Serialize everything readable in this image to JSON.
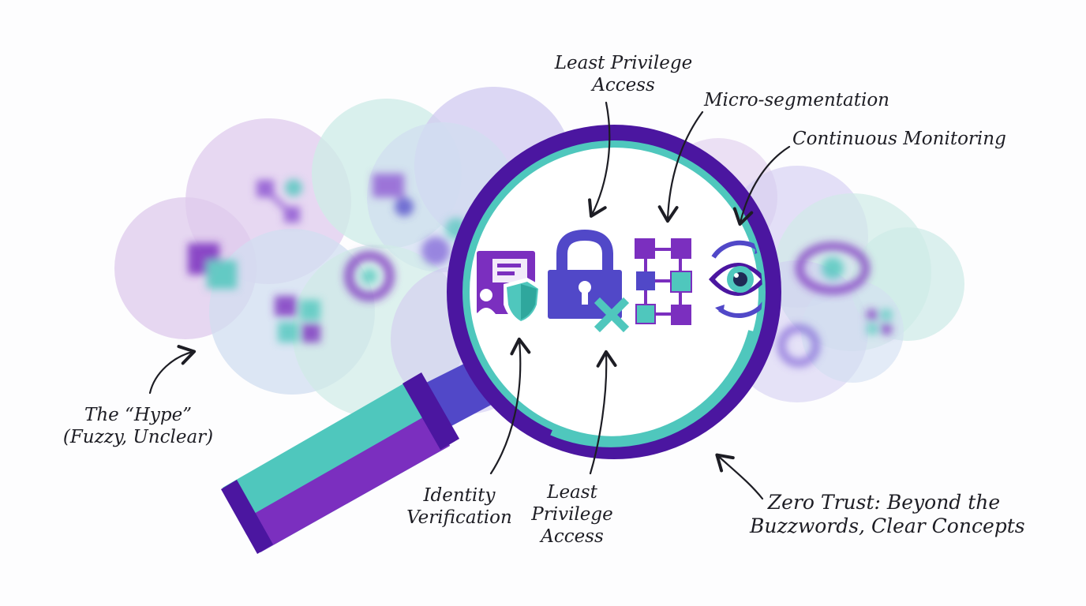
{
  "labels": {
    "top_least_privilege": [
      "Least Privilege",
      "Access"
    ],
    "micro_segmentation": "Micro-segmentation",
    "continuous_monitoring": "Continuous Monitoring",
    "hype": [
      "The “Hype”",
      "(Fuzzy, Unclear)"
    ],
    "identity_verification": [
      "Identity",
      "Verification"
    ],
    "bottom_least_privilege": [
      "Least",
      "Privilege",
      "Access"
    ],
    "title": [
      "Zero Trust: Beyond the",
      "Buzzwords, Clear Concepts"
    ]
  },
  "icons": [
    "identity-card-shield-icon",
    "padlock-x-icon",
    "segmentation-grid-icon",
    "monitoring-eye-icon"
  ],
  "colors": {
    "purple_dark": "#4b16a0",
    "purple": "#7b2fbf",
    "indigo": "#5148c8",
    "teal": "#4fc7bd",
    "lavender": "#c9c2ee",
    "cloud_purple": "#d9c3ea",
    "cloud_teal": "#c7e8e3",
    "cloud_blue": "#c9d8ee"
  }
}
